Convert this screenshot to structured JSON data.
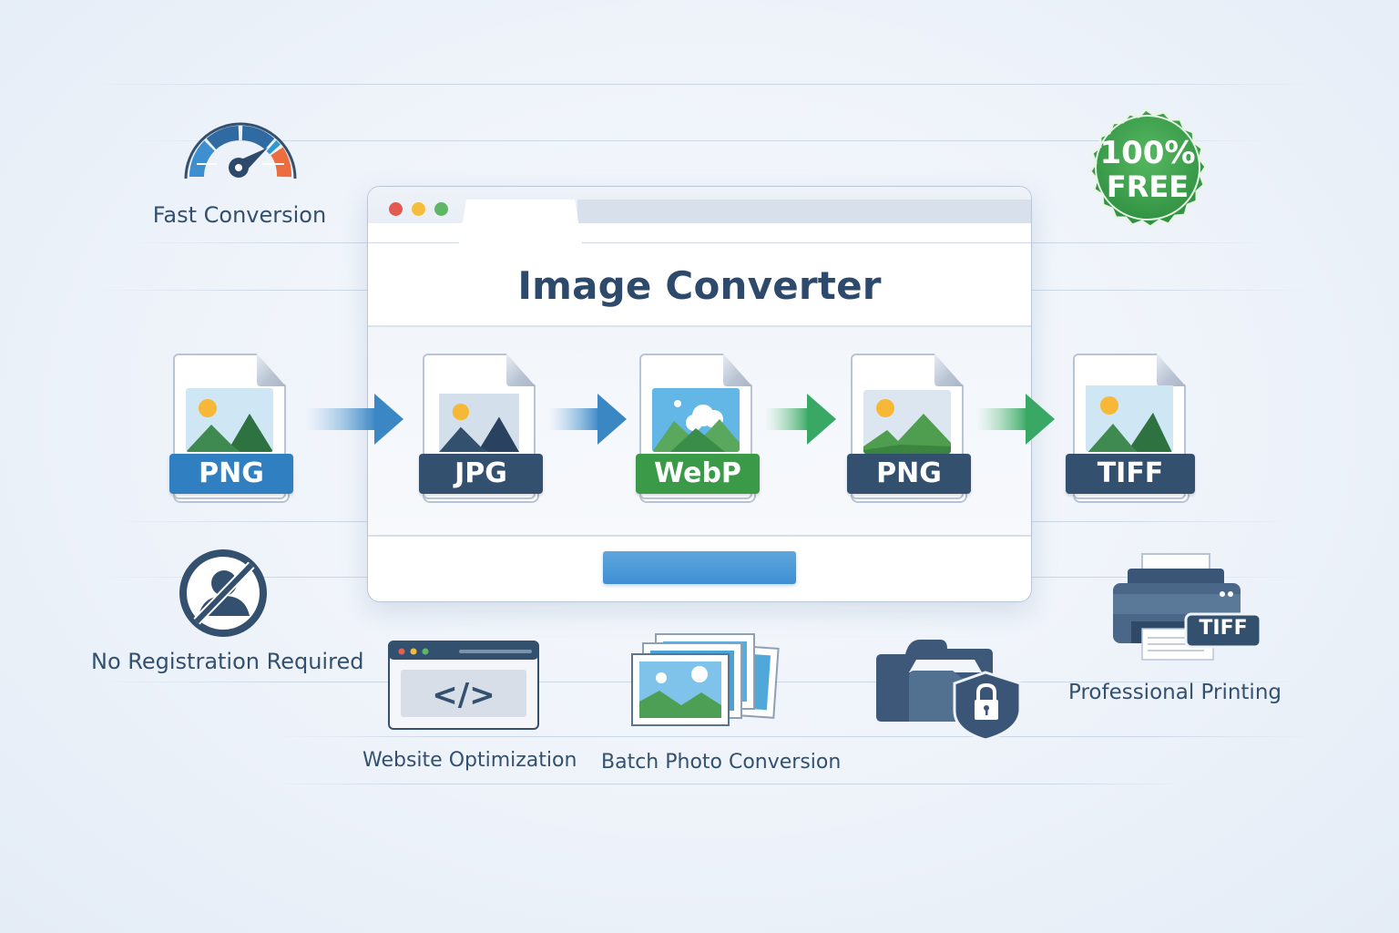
{
  "browser": {
    "title": "Image Converter",
    "window_dots": [
      "#e25a50",
      "#f5bd3c",
      "#5fb664"
    ],
    "convert_button_color": "#4a98d8"
  },
  "conversion_flow": [
    {
      "format": "PNG",
      "label_color": "#2f7fc1"
    },
    {
      "format": "JPG",
      "label_color": "#34506f"
    },
    {
      "format": "WebP",
      "label_color": "#3a9a48"
    },
    {
      "format": "PNG",
      "label_color": "#34506f"
    },
    {
      "format": "TIFF",
      "label_color": "#34506f"
    }
  ],
  "badge": {
    "line1": "100%",
    "line2": "FREE",
    "color": "#3f9f4f"
  },
  "features": {
    "fast_conversion": "Fast Conversion",
    "no_registration": "No Registration Required",
    "website_optimization": "Website Optimization",
    "batch_conversion": "Batch Photo Conversion",
    "professional_printing": "Professional Printing",
    "printer_badge": "TIFF"
  },
  "icons": {
    "speedometer": "speedometer-icon",
    "no_user": "no-user-icon",
    "code_window": "code-window-icon",
    "photo_stack": "photo-stack-icon",
    "secure_folder": "secure-folder-icon",
    "printer": "printer-icon"
  },
  "code_glyph": "</>"
}
